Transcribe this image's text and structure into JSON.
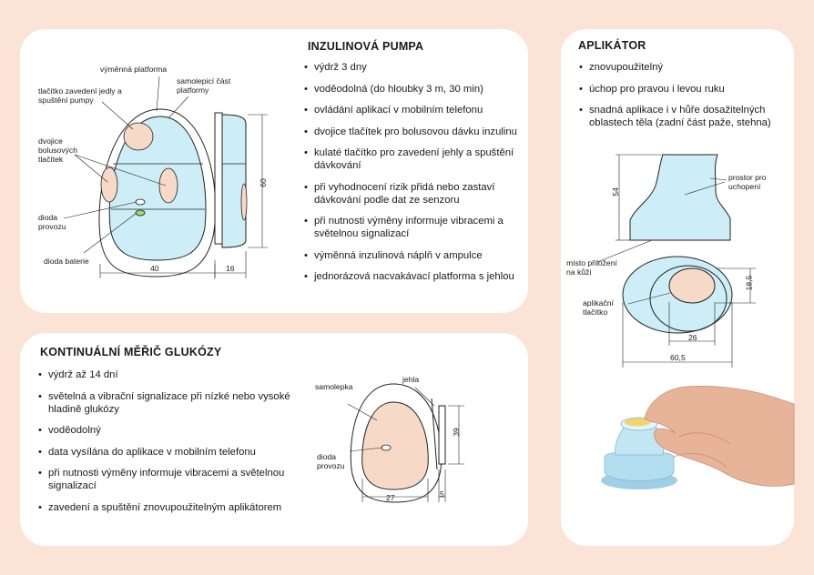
{
  "pump": {
    "title": "INZULINOVÁ PUMPA",
    "features": [
      "výdrž 3 dny",
      "voděodolná (do hloubky 3 m, 30 min)",
      "ovládání aplikací v mobilním telefonu",
      "dvojice tlačítek pro bolusovou dávku inzulinu",
      "kulaté tlačítko pro zavedení jehly a spuštění dávkování",
      "při vyhodnocení rizik přidá nebo zastaví dávkování podle dat ze senzoru",
      "při nutnosti výměny informuje vibracemi a světelnou signalizací",
      "výměnná inzulinová náplň v ampulce",
      "jednorázová nacvakávací platforma s jehlou"
    ],
    "labels": {
      "platform": "výměnná platforma",
      "adhesive": "samolepicí část platformy",
      "needle_button": "tlačítko zavedení jedly a spuštění pumpy",
      "bolus_buttons": "dvojice bolusových tlačítek",
      "operation_led": "dioda provozu",
      "battery_led": "dioda baterie"
    },
    "dimensions": {
      "width": "40",
      "depth": "16",
      "height": "60"
    }
  },
  "cgm": {
    "title": "KONTINUÁLNÍ MĚŘIČ GLUKÓZY",
    "features": [
      "výdrž až 14 dní",
      "světelná a vibrační signalizace při nízké nebo vysoké hladině glukózy",
      "voděodolný",
      "data vysílána do aplikace v mobilním telefonu",
      "při nutnosti výměny informuje vibracemi a světelnou signalizací",
      "zavedení a spuštění znovupoužitelným aplikátorem"
    ],
    "labels": {
      "sticker": "samolepka",
      "needle": "jehla",
      "led": "dioda provozu"
    },
    "dimensions": {
      "width": "27",
      "depth": "5",
      "height": "39"
    }
  },
  "applicator": {
    "title": "APLIKÁTOR",
    "features": [
      "znovupoužitelný",
      "úchop pro pravou i levou ruku",
      "snadná aplikace i v hůře dosažitelných oblastech těla (zadní část paže, stehna)"
    ],
    "labels": {
      "grip_space": "prostor pro uchopení",
      "skin_contact": "místo přiložení na kůži",
      "app_buttons": "aplikační tlačítko"
    },
    "dimensions": {
      "height": "54",
      "diameter": "60,5",
      "button_width": "26",
      "button_height": "18,5"
    }
  },
  "colors": {
    "device_fill": "#cdeef6",
    "button_fill": "#f7d9c8",
    "led_fill": "#a7d86a",
    "background": "#fbe3d6"
  }
}
